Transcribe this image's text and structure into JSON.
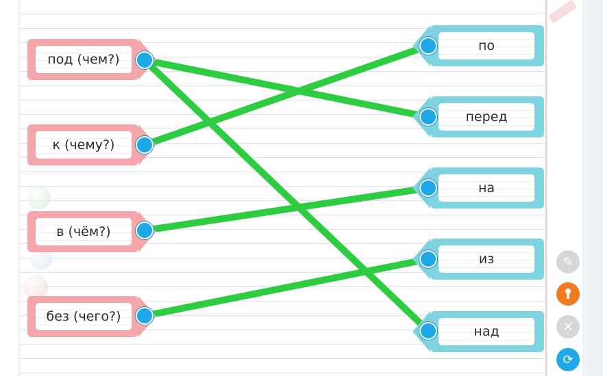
{
  "left_items": [
    {
      "label": "под (чем?)"
    },
    {
      "label": "к (чему?)"
    },
    {
      "label": "в (чём?)"
    },
    {
      "label": "без (чего?)"
    }
  ],
  "right_items": [
    {
      "label": "по"
    },
    {
      "label": "перед"
    },
    {
      "label": "на"
    },
    {
      "label": "из"
    },
    {
      "label": "над"
    }
  ],
  "connections": [
    {
      "from": 0,
      "to": 1
    },
    {
      "from": 0,
      "to": 4
    },
    {
      "from": 1,
      "to": 0
    },
    {
      "from": 2,
      "to": 2
    },
    {
      "from": 3,
      "to": 3
    }
  ],
  "colors": {
    "line": "#2ecc40",
    "left_card": "#f4a6ab",
    "right_card": "#7fd3e0",
    "dot": "#1fa8e6"
  },
  "tools": [
    {
      "icon": "check-note-icon",
      "color": "#d7d7d7"
    },
    {
      "icon": "keyhole-icon",
      "color": "#f07a22"
    },
    {
      "icon": "close-icon",
      "color": "#d7d7d7"
    },
    {
      "icon": "refresh-icon",
      "color": "#1fa8e6"
    }
  ]
}
